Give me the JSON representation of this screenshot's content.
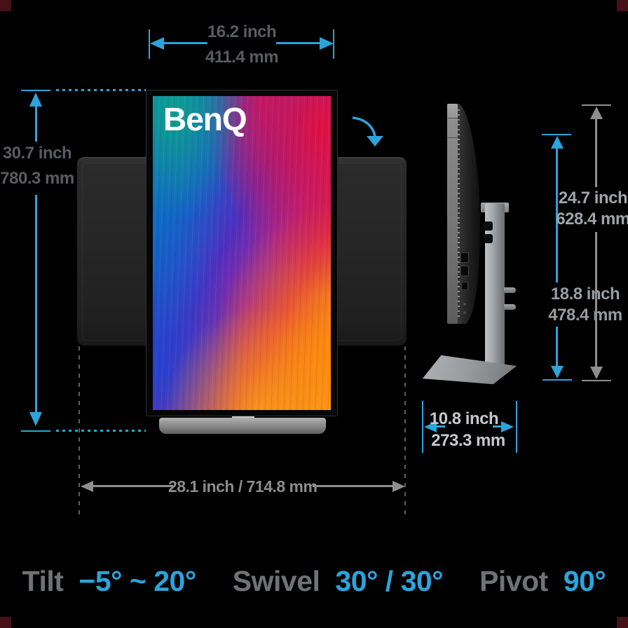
{
  "colors": {
    "background": "#000000",
    "accent_blue": "#2da3dc",
    "arrow_gray": "#8e8e8e",
    "corner_marker": "#451116"
  },
  "logo": {
    "text": "BenQ"
  },
  "measurements": {
    "portrait_width": {
      "inch": "16.2 inch",
      "mm": "411.4 mm"
    },
    "portrait_height": {
      "inch": "30.7 inch",
      "mm": "780.3 mm"
    },
    "total_height": {
      "inch": "24.7 inch",
      "mm": "628.4 mm"
    },
    "stand_height": {
      "inch": "18.8 inch",
      "mm": "478.4 mm"
    },
    "base_depth": {
      "inch": "10.8 inch",
      "mm": "273.3 mm"
    },
    "landscape_width": {
      "combined": "28.1 inch / 714.8 mm"
    }
  },
  "adjustments": {
    "tilt": {
      "label": "Tilt",
      "value": "−5° ~ 20°"
    },
    "swivel": {
      "label": "Swivel",
      "value": "30° / 30°"
    },
    "pivot": {
      "label": "Pivot",
      "value": "90°"
    }
  }
}
